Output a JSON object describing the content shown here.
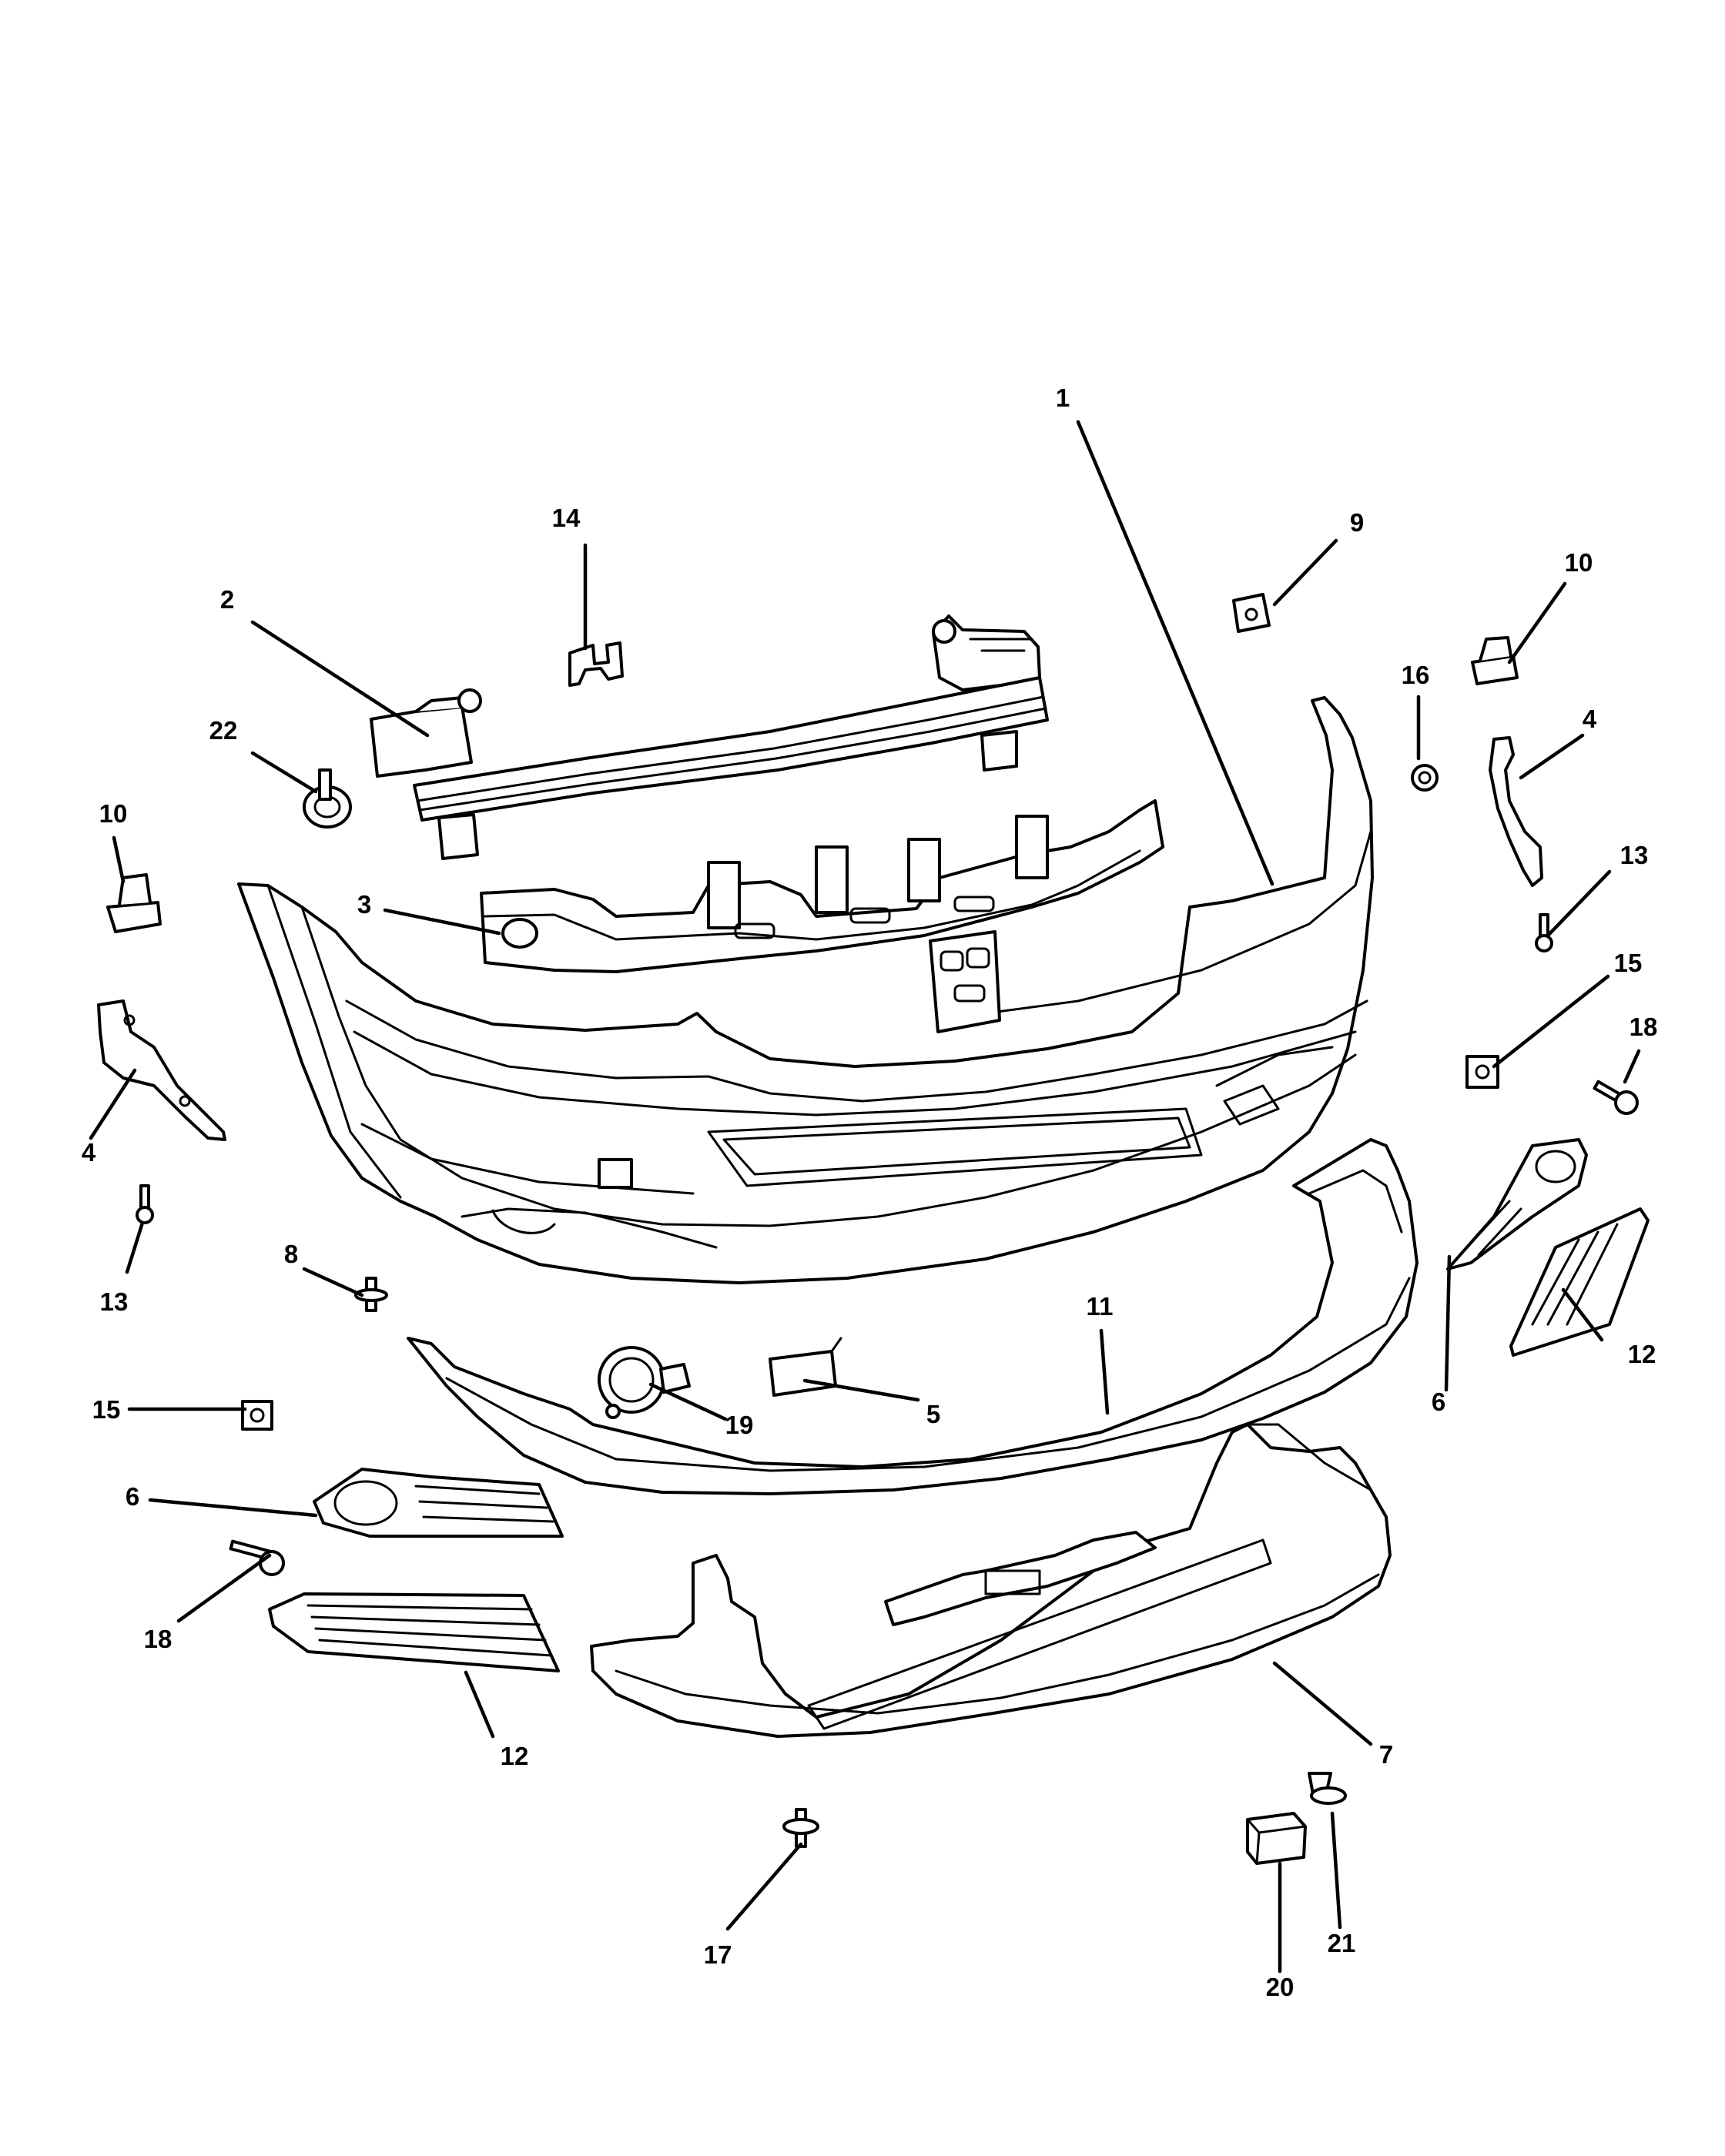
{
  "callouts": {
    "c1": "1",
    "c2": "2",
    "c3": "3",
    "c4a": "4",
    "c4b": "4",
    "c5": "5",
    "c6a": "6",
    "c6b": "6",
    "c7": "7",
    "c8": "8",
    "c9": "9",
    "c10a": "10",
    "c10b": "10",
    "c11": "11",
    "c12a": "12",
    "c12b": "12",
    "c13a": "13",
    "c13b": "13",
    "c14": "14",
    "c15a": "15",
    "c15b": "15",
    "c16": "16",
    "c17": "17",
    "c18a": "18",
    "c18b": "18",
    "c19": "19",
    "c20": "20",
    "c21": "21",
    "c22": "22"
  }
}
